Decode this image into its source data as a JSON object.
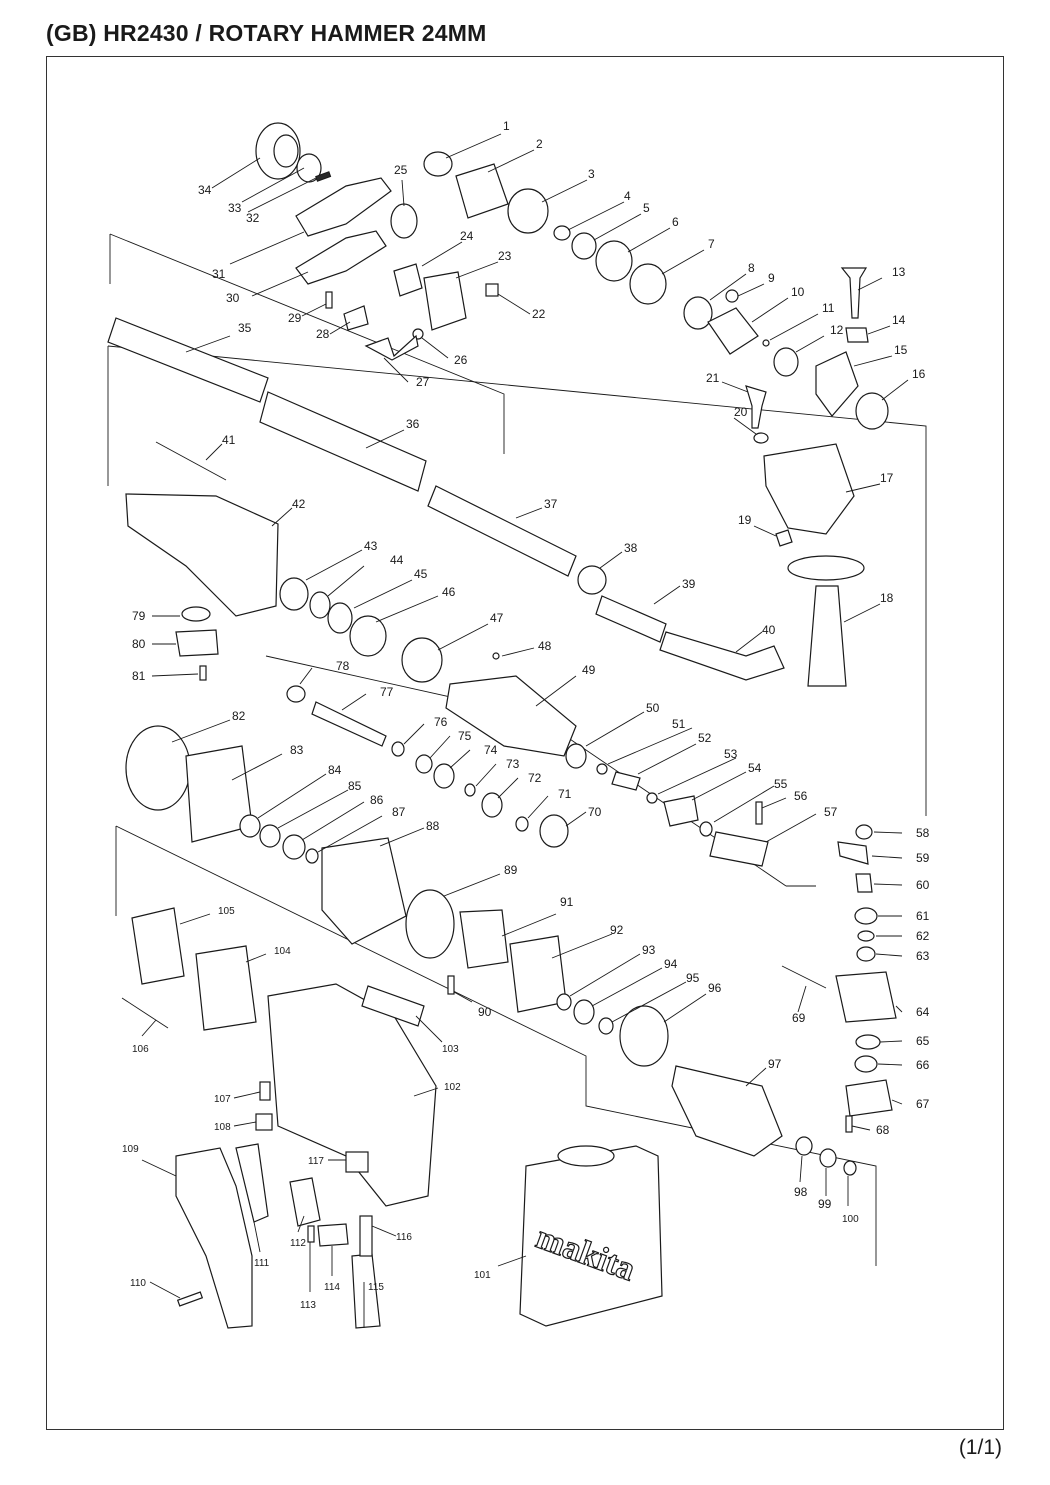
{
  "title": "(GB) HR2430 / ROTARY HAMMER 24MM",
  "page_indicator": "(1/1)",
  "brand_logo_text": "makita",
  "part_labels": [
    "1",
    "2",
    "3",
    "4",
    "5",
    "6",
    "7",
    "8",
    "9",
    "10",
    "11",
    "12",
    "13",
    "14",
    "15",
    "16",
    "17",
    "18",
    "19",
    "20",
    "21",
    "22",
    "23",
    "24",
    "25",
    "26",
    "27",
    "28",
    "29",
    "30",
    "31",
    "32",
    "33",
    "34",
    "35",
    "36",
    "37",
    "38",
    "39",
    "40",
    "41",
    "42",
    "43",
    "44",
    "45",
    "46",
    "47",
    "48",
    "49",
    "50",
    "51",
    "52",
    "53",
    "54",
    "55",
    "56",
    "57",
    "58",
    "59",
    "60",
    "61",
    "62",
    "63",
    "64",
    "65",
    "66",
    "67",
    "68",
    "69",
    "70",
    "71",
    "72",
    "73",
    "74",
    "75",
    "76",
    "77",
    "78",
    "79",
    "80",
    "81",
    "82",
    "83",
    "84",
    "85",
    "86",
    "87",
    "88",
    "89",
    "90",
    "91",
    "92",
    "93",
    "94",
    "95",
    "96",
    "97",
    "98",
    "99",
    "100",
    "101",
    "102",
    "103",
    "104",
    "105",
    "106",
    "107",
    "108",
    "109",
    "110",
    "111",
    "112",
    "113",
    "114",
    "115",
    "116",
    "117"
  ]
}
